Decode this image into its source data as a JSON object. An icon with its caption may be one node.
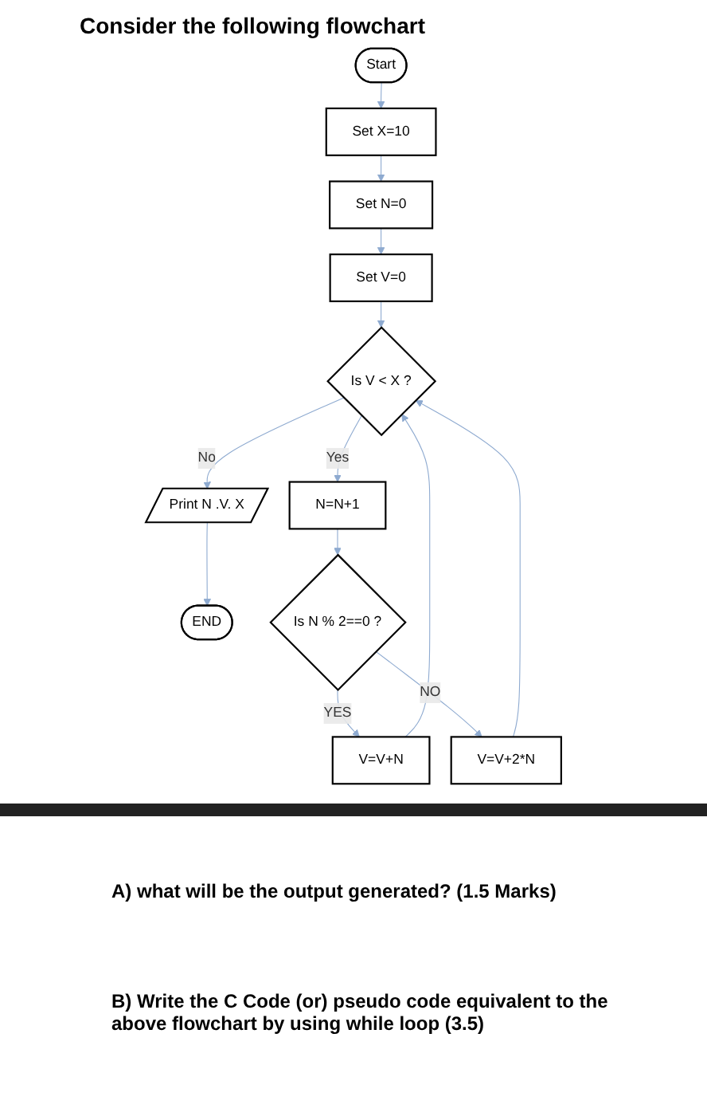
{
  "diagram": {
    "title": "Consider the following flowchart",
    "nodes": [
      {
        "text": [
          "Start"
        ]
      },
      {
        "text": [
          "Set X=10"
        ]
      },
      {
        "text": [
          "Set N=0"
        ]
      },
      {
        "text": [
          "Set V=0"
        ]
      },
      {
        "text": [
          "Is V < X ?"
        ]
      },
      {
        "text": [
          "Print N .V. X"
        ]
      },
      {
        "text": [
          "END"
        ]
      },
      {
        "text": [
          "N=N+1"
        ]
      },
      {
        "text": [
          "Is N % 2==0 ?"
        ]
      },
      {
        "text": [
          "V=V+N"
        ]
      },
      {
        "text": [
          "V=V+2*N"
        ]
      }
    ],
    "edges": [
      {
        "from": 0,
        "to": 1,
        "arrow": "to"
      },
      {
        "from": 1,
        "to": 2,
        "arrow": "to"
      },
      {
        "from": 2,
        "to": 3,
        "arrow": "to"
      },
      {
        "from": 3,
        "to": 4,
        "arrow": "to"
      },
      {
        "from": 4,
        "to": 5,
        "arrow": "to",
        "label": "No"
      },
      {
        "from": 5,
        "to": 6,
        "arrow": "to"
      },
      {
        "from": 4,
        "to": 7,
        "arrow": "to",
        "label": "Yes"
      },
      {
        "from": 7,
        "to": 8,
        "arrow": "to"
      },
      {
        "from": 8,
        "to": 9,
        "arrow": "to",
        "label": "YES"
      },
      {
        "from": 8,
        "to": 10,
        "arrow": "to",
        "label": "NO"
      },
      {
        "from": 10,
        "to": 4,
        "arrow": "to"
      },
      {
        "from": 9,
        "to": 4,
        "arrow": "to"
      }
    ],
    "labels": [
      "A) what will be the output generated? (1.5 Marks)",
      "B) Write the C Code (or) pseudo code equivalent to the above flowchart by using while loop (3.5)"
    ]
  }
}
